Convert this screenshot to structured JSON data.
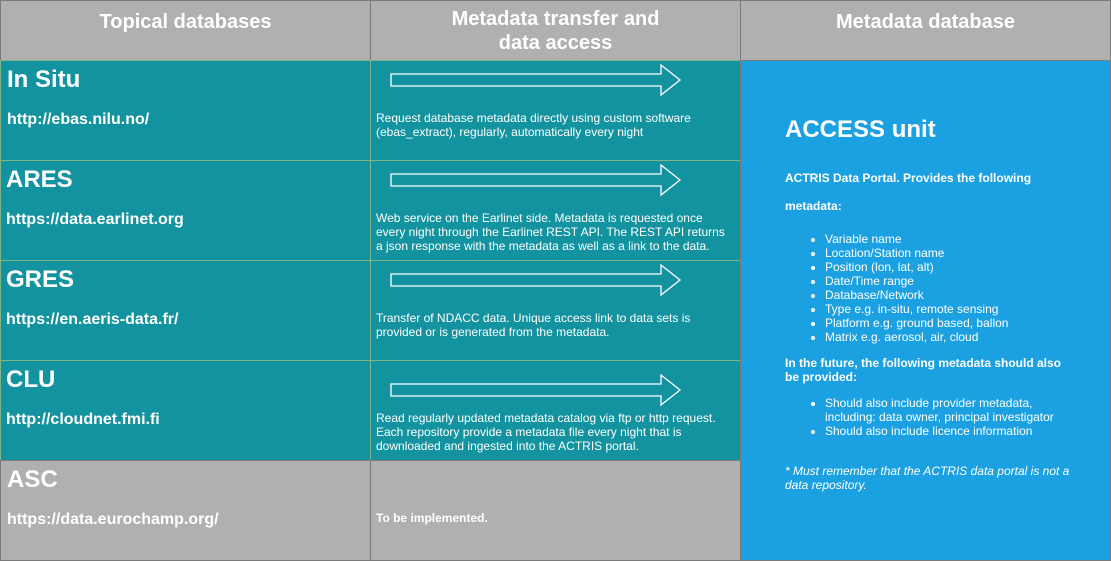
{
  "headers": {
    "topical": "Topical databases",
    "transfer_line1": "Metadata transfer and",
    "transfer_line2": "data access",
    "metadata_db": "Metadata database"
  },
  "rows": [
    {
      "name": "In Situ",
      "url": "http://ebas.nilu.no/",
      "description": "Request database metadata directly using custom software (ebas_extract), regularly, automatically every night"
    },
    {
      "name": "ARES",
      "url": "https://data.earlinet.org",
      "description": "Web service on the Earlinet side. Metadata is requested once every night through the Earlinet REST API. The REST API returns a json response with the metadata as well as a link to the data."
    },
    {
      "name": "GRES",
      "url": "https://en.aeris-data.fr/",
      "description": "Transfer of NDACC data. Unique access link to data sets is provided or is generated from the metadata."
    },
    {
      "name": "CLU",
      "url": "http://cloudnet.fmi.fi",
      "description": "Read regularly updated metadata catalog via ftp or http request. Each repository provide a metadata file every night that is downloaded and ingested into the ACTRIS portal."
    },
    {
      "name": "ASC",
      "url": "https://data.eurochamp.org/",
      "description": "To be implemented."
    }
  ],
  "access_unit": {
    "title": "ACCESS unit",
    "portal_intro": "ACTRIS Data Portal. Provides the following",
    "portal_intro2": "metadata:",
    "metadata_items": [
      "Variable name",
      "Location/Station name",
      "Position (lon, lat, alt)",
      "Date/Time range",
      "Database/Network",
      "Type e.g. in-situ, remote sensing",
      "Platform e.g. ground based, ballon",
      "Matrix e.g. aerosol, air, cloud"
    ],
    "future_intro": "In the future, the following metadata should also be provided:",
    "future_items": [
      "Should also include provider metadata, including: data owner, principal investigator",
      "Should also include licence information"
    ],
    "note": "* Must remember that the ACTRIS data portal is not a data repository."
  },
  "colors": {
    "header_gray": "#b0b0b0",
    "teal": "#13939f",
    "blue": "#1ba1e2"
  }
}
